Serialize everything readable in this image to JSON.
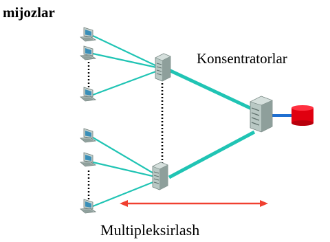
{
  "labels": {
    "clients": "mijozlar",
    "concentrators": "Konsentratorlar",
    "multiplexing": "Multipleksirlash"
  },
  "colors": {
    "link": "#20c4b4",
    "link_dark": "#14a898",
    "server_link": "#1f6fd1",
    "database": "#e00010",
    "arrow": "#f04030",
    "device": "#b9c8c4",
    "device_dark": "#7d8e8a",
    "screen": "#3a8fb8"
  },
  "icons": {
    "client": "workstation-icon",
    "concentrator": "hub-icon",
    "server": "server-icon",
    "database": "database-icon"
  }
}
